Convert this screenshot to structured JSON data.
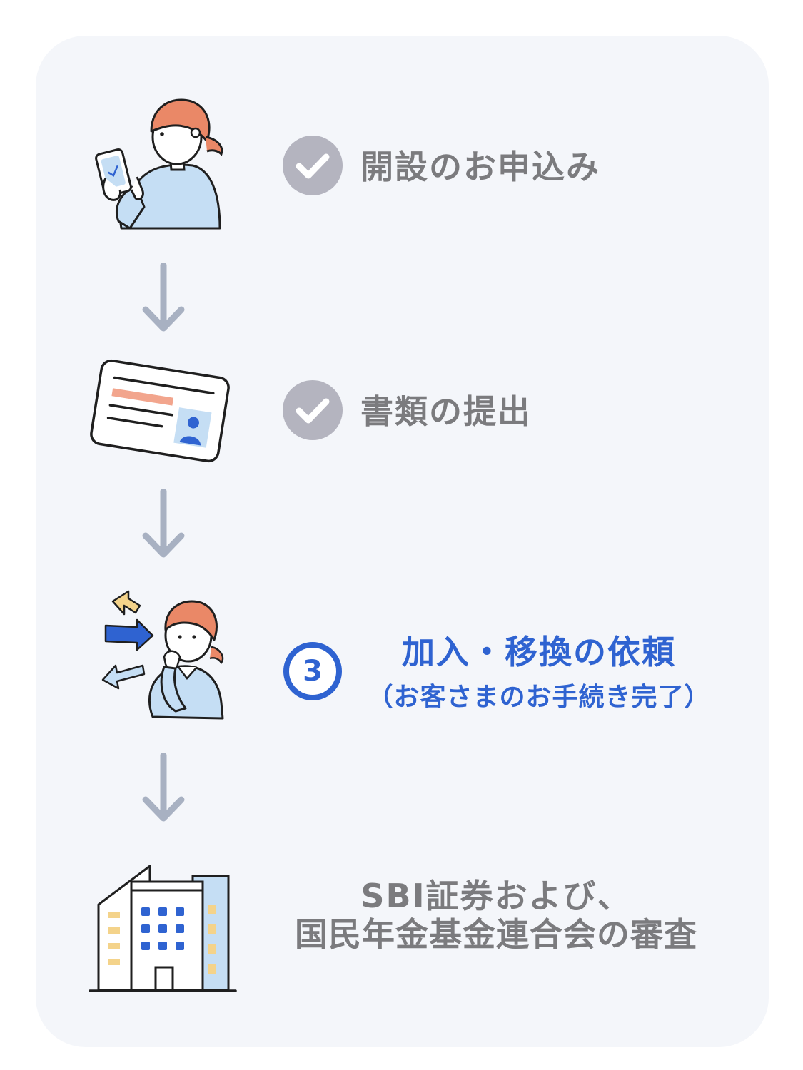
{
  "steps": [
    {
      "label": "開設のお申込み",
      "status": "completed",
      "icon": "check-icon"
    },
    {
      "label": "書類の提出",
      "status": "completed",
      "icon": "check-icon"
    },
    {
      "label": "加入・移換の依頼",
      "sublabel": "（お客さまのお手続き完了）",
      "status": "current",
      "number": "3"
    },
    {
      "label_line1": "SBI証券および、",
      "label_line2": "国民年金基金連合会の審査",
      "status": "pending"
    }
  ],
  "colors": {
    "card_bg": "#f4f6fa",
    "completed_badge": "#b4b4bf",
    "inactive_text": "#7b7b7e",
    "active_accent": "#2f63d1",
    "arrow": "#a8b1c2",
    "hair": "#ea8867",
    "shirt": "#c5def4"
  }
}
